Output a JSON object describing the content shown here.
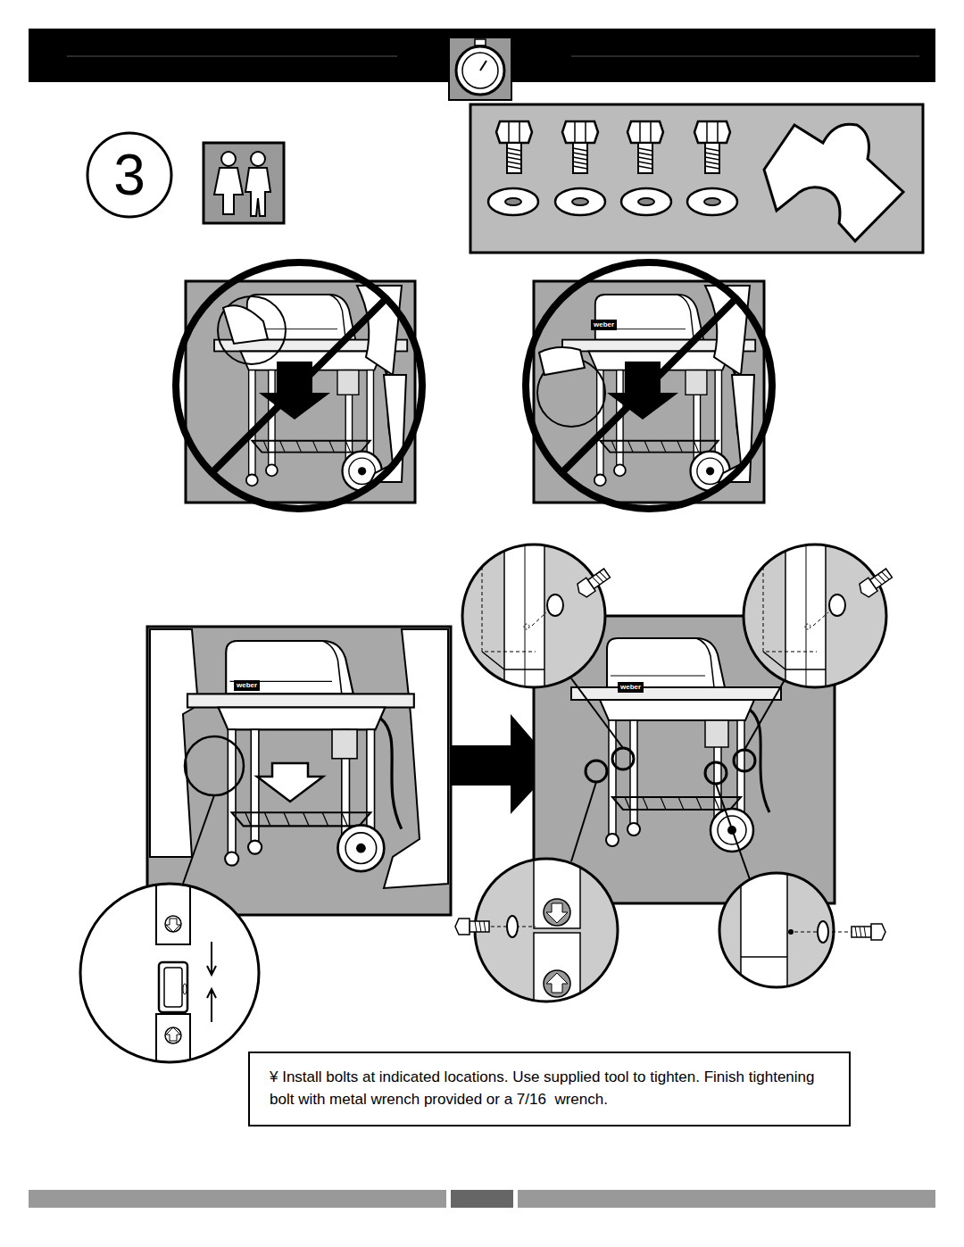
{
  "diagram": {
    "nodes": [
      {
        "text": [
          "3"
        ]
      },
      {
        "text": [
          "¥ Install bolts at indicated locations. Use supplied tool to tighten. Finish tightening bolt with metal wrench provided or a 7/16  wrench."
        ]
      }
    ],
    "labels": [
      "weber",
      "weber",
      "weber"
    ]
  }
}
